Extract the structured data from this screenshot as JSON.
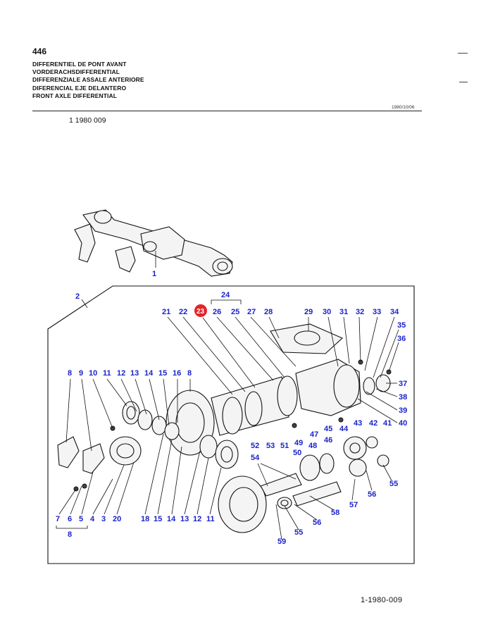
{
  "header": {
    "page_number": "446",
    "titles": [
      "DIFFERENTIEL DE PONT AVANT",
      "VORDERACHSDIFFERENTIAL",
      "DIFFERENZIALE ASSALE ANTERIORE",
      "DIFERENCIAL EJE DELANTERO",
      "FRONT AXLE DIFFERENTIAL"
    ],
    "date_code": "1980/10/06",
    "reference": "1 1980 009"
  },
  "footer": {
    "reference": "1-1980-009"
  },
  "highlight": {
    "label": "23",
    "color": "#e0252b"
  },
  "label_color": "#1a23c8",
  "labels": {
    "overview_axle": "1",
    "assembly_box": "2",
    "bracket": "24",
    "top_row": [
      "21",
      "22",
      "23",
      "26",
      "25",
      "27",
      "28",
      "29",
      "30",
      "31",
      "32",
      "33",
      "34"
    ],
    "right_column": [
      "35",
      "36",
      "37",
      "38",
      "39",
      "40"
    ],
    "left_top_row": [
      "8",
      "9",
      "10",
      "11",
      "12",
      "13",
      "14",
      "15",
      "16",
      "8"
    ],
    "bottom_row": [
      "7",
      "6",
      "5",
      "4",
      "3",
      "20",
      "18",
      "15",
      "14",
      "13",
      "12",
      "11"
    ],
    "bottom_group": "8",
    "middle": [
      "52",
      "53",
      "51",
      "47",
      "49",
      "45",
      "44",
      "43",
      "42",
      "41",
      "48",
      "46",
      "50",
      "54"
    ],
    "lower_right": [
      "55",
      "56",
      "57",
      "58",
      "56",
      "55",
      "59"
    ]
  }
}
